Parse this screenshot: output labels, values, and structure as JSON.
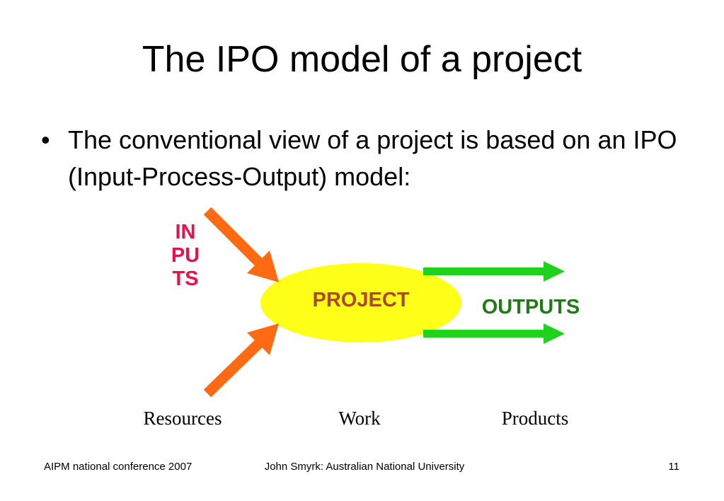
{
  "slide": {
    "title": "The IPO model of a project",
    "bullet_symbol": "•",
    "bullet_text": "The conventional view of a project is based on an IPO (Input-Process-Output) model:"
  },
  "diagram": {
    "inputs_label": "INPUTS",
    "project_label": "PROJECT",
    "outputs_label": "OUTPUTS",
    "captions": {
      "resources": "Resources",
      "work": "Work",
      "products": "Products"
    },
    "colors": {
      "input_arrows": "#ff6a13",
      "output_arrows": "#1ed21e",
      "ellipse_fill": "#ffff1a",
      "inputs_text": "#e8114b",
      "project_text": "#b0461d",
      "outputs_text": "#1f7a17"
    }
  },
  "footer": {
    "left": "AIPM national conference 2007",
    "center": "John Smyrk:  Australian National University",
    "page_number": "11"
  }
}
